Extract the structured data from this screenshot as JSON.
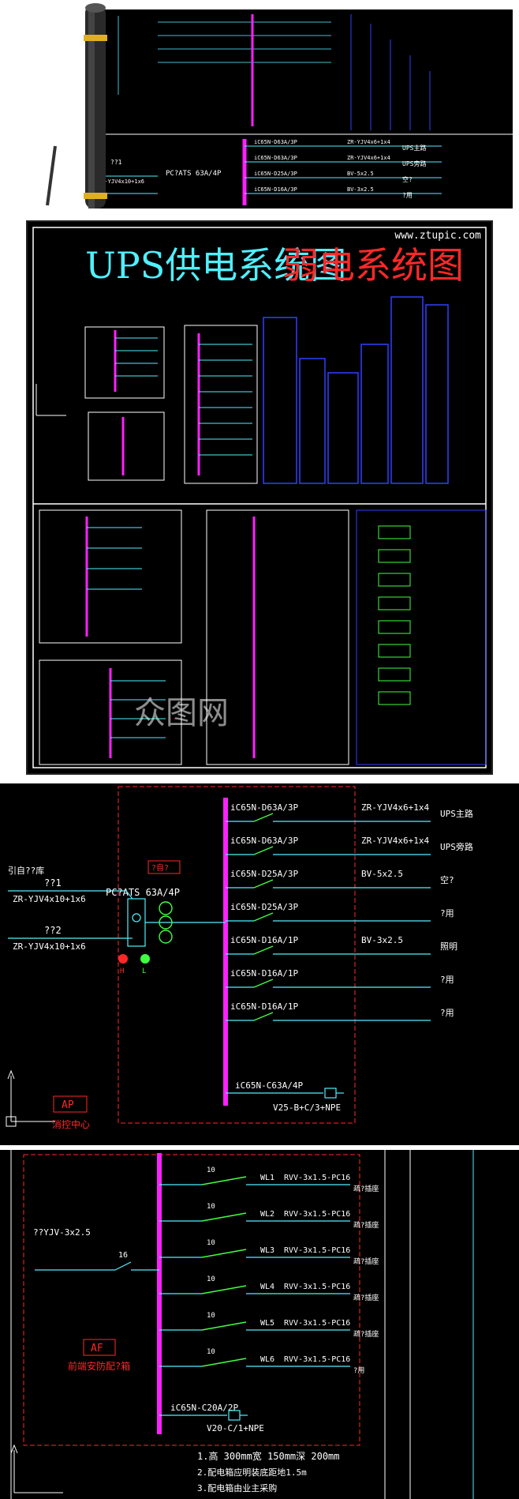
{
  "preview": {
    "site": "www.ztupic.com",
    "title_left": "UPS供电系统图",
    "title_right": "弱电系统图",
    "watermark": "众图网",
    "colors": {
      "cyan": "#4ff0ff",
      "red": "#ff2828",
      "magenta": "#ff20ff",
      "green": "#40ff40",
      "yellow": "#ffff40",
      "blue": "#3040ff"
    }
  },
  "ups": {
    "breakers": [
      {
        "label": "iC65N-D63A/3P",
        "cable": "ZR-YJV4x6+1x4",
        "load": "UPS主路"
      },
      {
        "label": "iC65N-D63A/3P",
        "cable": "ZR-YJV4x6+1x4",
        "load": "UPS旁路"
      },
      {
        "label": "iC65N-D25A/3P",
        "cable": "BV-5x2.5",
        "load": "空?"
      },
      {
        "label": "iC65N-D25A/3P",
        "cable": "",
        "load": "?用"
      },
      {
        "label": "iC65N-D16A/1P",
        "cable": "BV-3x2.5",
        "load": "照明"
      },
      {
        "label": "iC65N-D16A/1P",
        "cable": "",
        "load": "?用"
      },
      {
        "label": "iC65N-D16A/1P",
        "cable": "",
        "load": "?用"
      }
    ],
    "incoming_title": "引自??库",
    "incoming1_name": "??1",
    "incoming1_cable": "ZR-YJV4x10+1x6",
    "incoming2_name": "??2",
    "incoming2_cable": "ZR-YJV4x10+1x6",
    "ats_label": "PC?ATS 63A/4P",
    "tag": "?自?",
    "lamp_h": "H",
    "lamp_l": "L",
    "spd_label": "iC65N-C63A/4P",
    "spd_cable": "V25-B+C/3+NPE",
    "box_code": "AP",
    "box_name": "消控中心"
  },
  "af": {
    "incoming_cable": "??YJV-3x2.5",
    "main_rating": "16",
    "circuits": [
      {
        "rating": "10",
        "id": "WL1",
        "cable": "RVV-3x1.5-PC16",
        "load": "疏?插座"
      },
      {
        "rating": "10",
        "id": "WL2",
        "cable": "RVV-3x1.5-PC16",
        "load": "疏?插座"
      },
      {
        "rating": "10",
        "id": "WL3",
        "cable": "RVV-3x1.5-PC16",
        "load": "疏?插座"
      },
      {
        "rating": "10",
        "id": "WL4",
        "cable": "RVV-3x1.5-PC16",
        "load": "疏?插座"
      },
      {
        "rating": "10",
        "id": "WL5",
        "cable": "RVV-3x1.5-PC16",
        "load": "疏?插座"
      },
      {
        "rating": "10",
        "id": "WL6",
        "cable": "RVV-3x1.5-PC16",
        "load": "?用"
      }
    ],
    "spd_label": "iC65N-C20A/2P",
    "spd_cable": "V20-C/1+NPE",
    "box_code": "AF",
    "box_name": "前端安防配?箱",
    "notes": [
      "1.高 300mm宽 150mm深 200mm",
      "2.配电箱应明装底距地1.5m",
      "3.配电箱由业主采购"
    ]
  },
  "top": {
    "ats_label": "PC?ATS 63A/4P",
    "incoming1": "??1",
    "incoming1_cable": "ZR-YJV4x10+1x6",
    "breakers": [
      "iC65N-D63A/3P",
      "iC65N-D63A/3P",
      "iC65N-D25A/3P",
      "iC65N-D16A/3P"
    ],
    "cables": [
      "ZR-YJV4x6+1x4",
      "ZR-YJV4x6+1x4",
      "BV-5x2.5",
      "BV-3x2.5"
    ],
    "loads": [
      "UPS主路",
      "UPS旁路",
      "空?",
      "?用"
    ]
  }
}
